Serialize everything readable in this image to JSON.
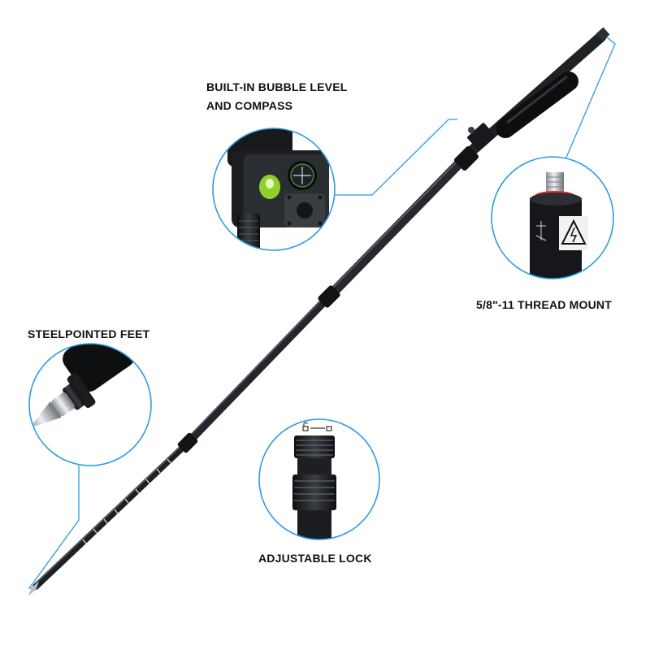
{
  "callouts": {
    "bubble_level": {
      "line1": "BUILT-IN BUBBLE LEVEL",
      "line2": "AND COMPASS"
    },
    "thread_mount": {
      "label": "5/8\"-11 THREAD MOUNT"
    },
    "steel_feet": {
      "label": "STEELPOINTED FEET"
    },
    "adjustable_lock": {
      "label": "ADJUSTABLE LOCK"
    }
  },
  "colors": {
    "callout_ring": "#2b9be0",
    "pole": "#25282c",
    "pole_highlight": "#5b6068",
    "steel": "#c9cdd2",
    "bubble_vial": "#8fd12a",
    "thread_ring": "#e0332a"
  }
}
